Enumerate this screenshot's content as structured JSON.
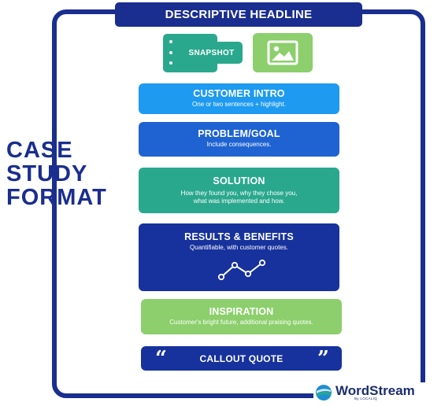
{
  "headline": "DESCRIPTIVE HEADLINE",
  "snapshot": {
    "label": "SNAPSHOT",
    "icon": "list-bullets-icon"
  },
  "image_placeholder": {
    "icon": "image-icon"
  },
  "format_title": [
    "CASE",
    "STUDY",
    "FORMAT"
  ],
  "sections": {
    "customer_intro": {
      "title": "CUSTOMER INTRO",
      "desc": "One or two sentences + highlight."
    },
    "problem_goal": {
      "title": "PROBLEM/GOAL",
      "desc": "Include consequences."
    },
    "solution": {
      "title": "SOLUTION",
      "desc_line1": "How they found you, why they chose you,",
      "desc_line2": "what was implemented and how."
    },
    "results": {
      "title": "RESULTS & BENEFITS",
      "desc": "Quantifiable, with customer quotes.",
      "icon": "trend-line-icon"
    },
    "inspiration": {
      "title": "INSPIRATION",
      "desc": "Customer's bright future, additional praising quotes."
    },
    "callout": {
      "title": "CALLOUT QUOTE",
      "open_quote": "“",
      "close_quote": "”"
    }
  },
  "logo": {
    "name": "WordStream",
    "sub": "By LOCALIQ"
  },
  "colors": {
    "navy": "#1a2e8f",
    "sky_blue": "#1e9af0",
    "royal_blue": "#1f63d2",
    "teal": "#2aa88e",
    "dark_blue": "#17329c",
    "light_green": "#8ccf6c"
  }
}
